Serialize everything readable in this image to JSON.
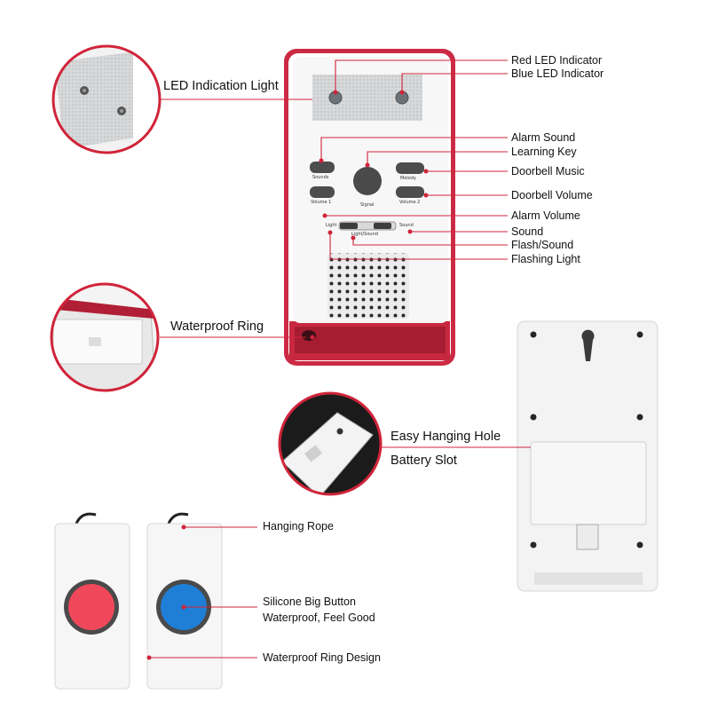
{
  "colors": {
    "accent": "#d0243a",
    "red_button": "#f0485a",
    "blue_button": "#1f7fd6",
    "device_frame": "#cc2a44"
  },
  "main_unit": {
    "tiny_labels": {
      "sounds": "Sounds",
      "melody": "Melody",
      "volume1": "Volume 1",
      "signal": "Signal",
      "volume2": "Volume 2",
      "light": "Light",
      "light_sound": "Light/Sound",
      "sound": "Sound"
    }
  },
  "callouts": {
    "led_light": "LED Indication Light",
    "waterproof_ring": "Waterproof Ring",
    "easy_hanging_hole": "Easy Hanging Hole",
    "battery_slot": "Battery Slot",
    "hanging_rope": "Hanging Rope",
    "silicone_button_line1": "Silicone Big Button",
    "silicone_button_line2": "Waterproof, Feel Good",
    "waterproof_ring_design": "Waterproof Ring Design"
  },
  "right_labels": [
    "Red LED Indicator",
    "Blue LED Indicator",
    "Alarm Sound",
    "Learning Key",
    "Doorbell Music",
    "Doorbell Volume",
    "Alarm Volume",
    "Sound",
    "Flash/Sound",
    "Flashing Light"
  ]
}
